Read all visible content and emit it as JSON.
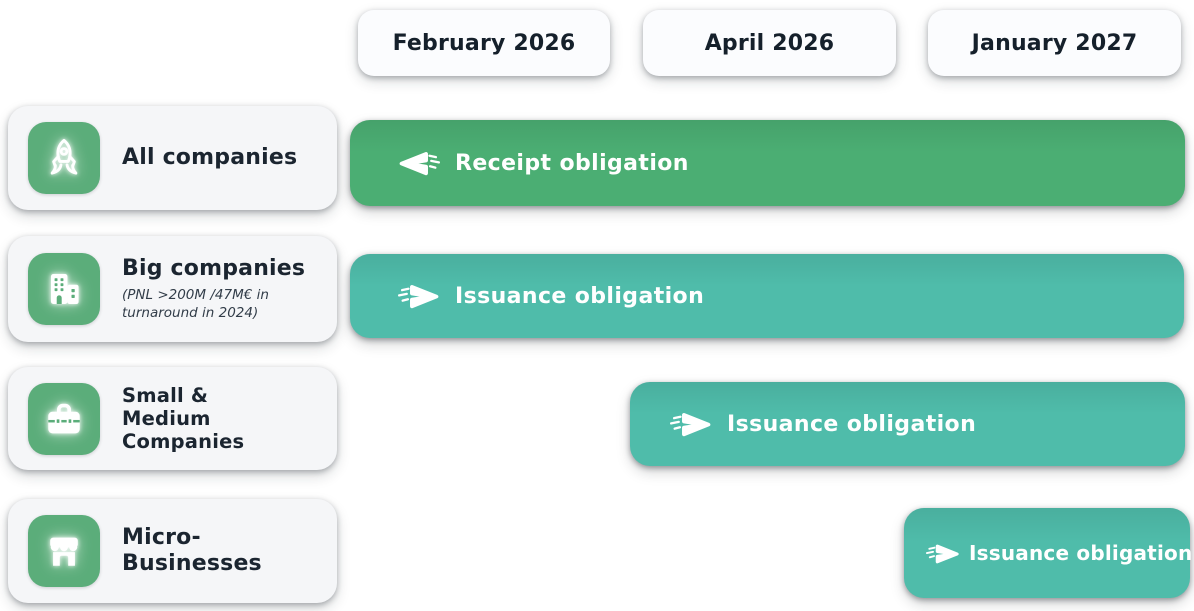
{
  "columns": [
    {
      "label": "February 2026"
    },
    {
      "label": "April 2026"
    },
    {
      "label": "January 2027"
    }
  ],
  "rows": [
    {
      "title": "All companies",
      "subtitle": "",
      "icon": "rocket-icon"
    },
    {
      "title": "Big companies",
      "subtitle": "(PNL >200M /47M€ in turnaround in 2024)",
      "icon": "buildings-icon"
    },
    {
      "title": "Small &\nMedium Companies",
      "subtitle": "",
      "icon": "briefcase-icon"
    },
    {
      "title": "Micro-Businesses",
      "subtitle": "",
      "icon": "storefront-icon"
    }
  ],
  "bars": [
    {
      "label": "Receipt obligation",
      "row": "All companies",
      "start_column": "February 2026",
      "direction": "incoming",
      "icon": "paper-plane-left-icon",
      "color": "#4bae73"
    },
    {
      "label": "Issuance obligation",
      "row": "Big companies",
      "start_column": "February 2026",
      "direction": "outgoing",
      "icon": "paper-plane-right-icon",
      "color": "#4fbcaa"
    },
    {
      "label": "Issuance obligation",
      "row": "Small & Medium Companies",
      "start_column": "April 2026",
      "direction": "outgoing",
      "icon": "paper-plane-right-icon",
      "color": "#4fbcaa"
    },
    {
      "label": "Issuance obligation",
      "row": "Micro-Businesses",
      "start_column": "January 2027",
      "direction": "outgoing",
      "icon": "paper-plane-right-icon",
      "color": "#4fbcaa"
    }
  ],
  "colors": {
    "receipt_green": "#4bae73",
    "issuance_teal": "#4fbcaa",
    "icon_tile_green": "#5bad7a",
    "card_bg": "#f5f6f8",
    "pill_bg": "#fbfcfe",
    "text_dark": "#1b2530",
    "bar_text": "#ffffff"
  }
}
